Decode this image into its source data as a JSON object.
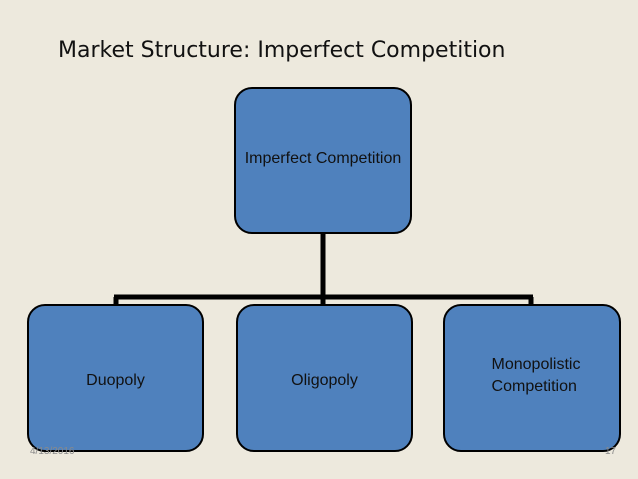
{
  "slide": {
    "title": "Market Structure: Imperfect Competition"
  },
  "diagram": {
    "root": "Imperfect Competition",
    "children": [
      "Duopoly",
      "Oligopoly",
      "Monopolistic\nCompetition"
    ]
  },
  "footer": {
    "date": "4/13/2016",
    "page": "17"
  },
  "colors": {
    "background": "#ede9dd",
    "node_fill": "#4f81bd",
    "node_border": "#000000",
    "connector": "#000000"
  }
}
